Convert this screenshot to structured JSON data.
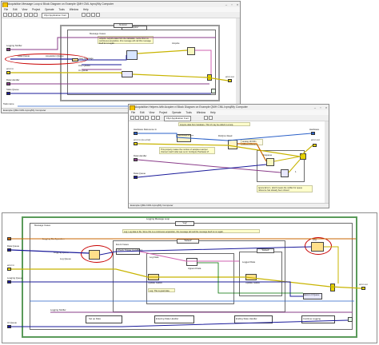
{
  "win1": {
    "title": "Acquisition Message Loop.vi Block Diagram on Example QMH CML.lvproj/My Computer",
    "menus": [
      "File",
      "Edit",
      "View",
      "Project",
      "Operate",
      "Tools",
      "Window",
      "Help"
    ],
    "font_label": "15pt Application Font",
    "status": "Example QMH CML.lvproj/My Computer",
    "no_error_label": "No Error",
    "message_cases_label": "Message Cases",
    "case_selector": "\"Acquire\"",
    "comment_acquire": "Acquire: Acquire data from the hardware. Since this is a continuous acquisition, this message will call this message itself to run again.",
    "labels": {
      "logging_notifier": "Logging Notifier",
      "data_queue": "Data Queue",
      "acq_queue": "Acquisition Queue",
      "acq_message": "Acq. Message",
      "error_in": "error in",
      "data_handler": "Data Handler",
      "state_queue": "State Queue",
      "task_name": "Task name",
      "error_out": "error out",
      "acquire_tag": "Acquire",
      "acq_queue_inner": "Acq. Queue",
      "ui_queue": "UI Queue"
    }
  },
  "win2": {
    "title": "Acquisition Helpers.lvlib:Acquire.vi Block Diagram on Example QMH CML.lvproj/My Computer",
    "menus": [
      "File",
      "Edit",
      "View",
      "Project",
      "Operate",
      "Tools",
      "Window",
      "Help"
    ],
    "font_label": "15pt Application Font",
    "status": "Example QMH CML.lvproj/My Computer",
    "comment_top": "Acquire data from hardware. This VI may be called in a loop.",
    "comment_mid": "This property makes the number of samples read per channel match what was set in Configure Hardware VI.",
    "comment_bottom": "Ignore Error 1, which means the notifier for queue reference has already been closed",
    "labels": {
      "hardware_ref_in": "Hardware Reference In",
      "error_in": "error in (no error)",
      "data_handler": "Data Handler",
      "data_queue": "Data Queue",
      "hardware_out": "Hardware",
      "error_out": "error out",
      "daqmx_read": "DAQmx Read",
      "analog_1d": "Analog 1D Wfm NChan NSamp",
      "samp_per_chan": "AvailSampPerChan",
      "enqueue": "Enqueue",
      "error_1": "1"
    }
  },
  "win3": {
    "loop_label": "Logging Message Loop",
    "message_cases_label": "Message Cases",
    "case_selector": "\"Log\"",
    "comment_log": "Log: Log data to file. Since this is a continuous acquisition, this message will call this message itself to run again.",
    "event_cases_label": "Event Cases",
    "inner_selector": "\"Default\"",
    "inner_selector_2": "\"Default\"",
    "labels": {
      "logging_config": "Logging Configuration",
      "data_queue": "Data Queue",
      "logging_queue": "Logging Queue",
      "log_queue_inner": "Log Queue",
      "error_in": "error in",
      "logging_queue_2": "Logging Queue",
      "logging_notifier": "Logging Notifier",
      "ui_queue": "UI Queue",
      "error_out": "error out",
      "check_trigger": "Check Trigger Conditions",
      "log_data": "Log Data",
      "append_data": "Append Data",
      "update_status": "Update Status",
      "logged_data": "Logged Data",
      "update_status_2": "Update Status",
      "good_data": "Log: This is good data.",
      "set_up_data": "Set up Data",
      "entering_state": "Entering State Handler",
      "ending_state": "Ending State Handler",
      "continue_logging": "Continue Logging",
      "status_to_ui": "Status to UI Queue",
      "log_tag": "Log"
    }
  },
  "colors": {
    "highlight_ellipse": "#c80000",
    "error_wire": "#c8b400",
    "queue_wire": "#1a1a9a",
    "refnum_wire": "#8a3c8a",
    "string_wire": "#d060b0",
    "data_wire": "#c86400",
    "bool_wire": "#007000",
    "numeric_wire": "#2a60c8"
  }
}
